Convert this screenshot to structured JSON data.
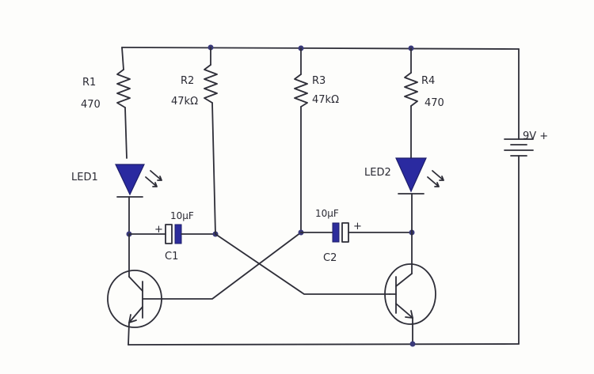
{
  "components": {
    "R1": {
      "name": "R1",
      "value": "470"
    },
    "R2": {
      "name": "R2",
      "value": "47kΩ"
    },
    "R3": {
      "name": "R3",
      "value": "47kΩ"
    },
    "R4": {
      "name": "R4",
      "value": "470"
    },
    "LED1": {
      "name": "LED1"
    },
    "LED2": {
      "name": "LED2"
    },
    "C1": {
      "name": "C1",
      "value": "10µF",
      "polarity": "+"
    },
    "C2": {
      "name": "C2",
      "value": "10µF",
      "polarity": "+"
    },
    "battery": {
      "label": "9V +"
    }
  },
  "colors": {
    "ink": "#2e2e38",
    "led": "#2a2aa0",
    "capacitor": "#2d2d9c"
  }
}
